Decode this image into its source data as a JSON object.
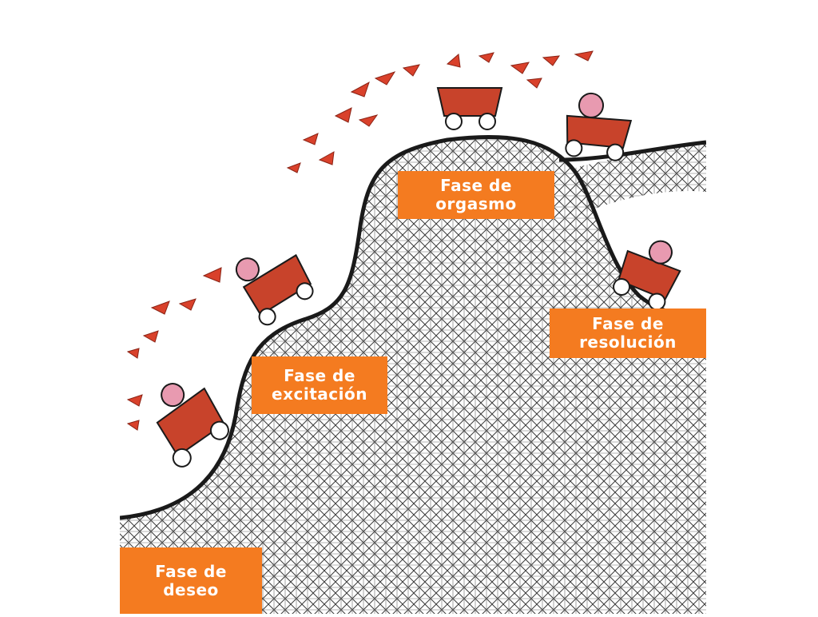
{
  "phases": {
    "desire": {
      "line1": "Fase de",
      "line2": "deseo"
    },
    "excitement": {
      "line1": "Fase de",
      "line2": "excitación"
    },
    "orgasm": {
      "line1": "Fase de",
      "line2": "orgasmo"
    },
    "resolution": {
      "line1": "Fase de",
      "line2": "resolución"
    }
  },
  "colors": {
    "label_background": "#f47b20",
    "label_text": "#ffffff",
    "track": "#1a1a1a",
    "scaffold": "#444444",
    "heart": "#d9412b",
    "car": "#c8432b",
    "face": "#e89ab0"
  },
  "illustration": {
    "subject": "roller-coaster-icon",
    "cars": 5
  }
}
